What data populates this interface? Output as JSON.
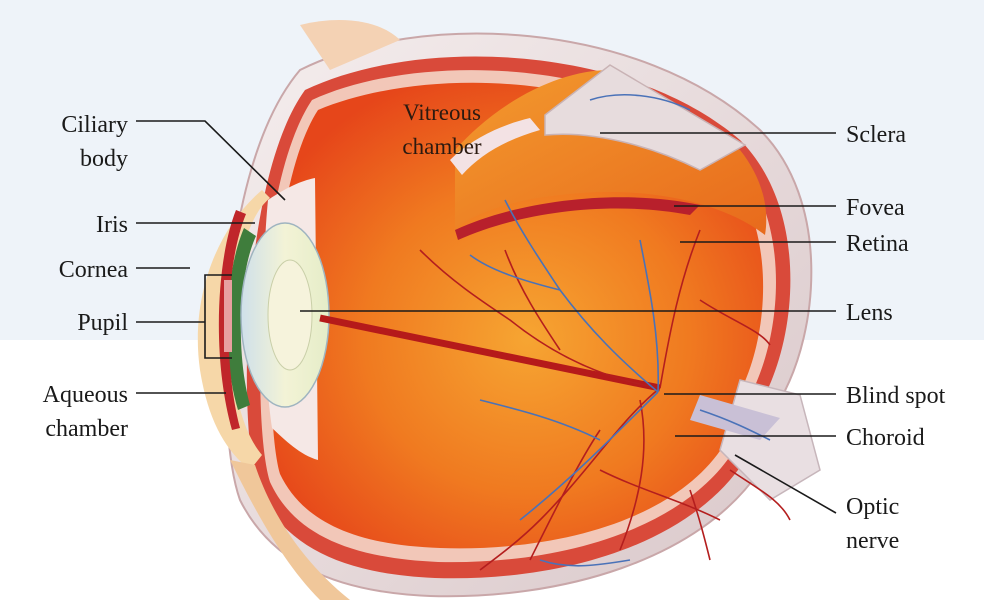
{
  "diagram": {
    "labels": {
      "ciliary_body": [
        "Ciliary",
        "body"
      ],
      "iris": "Iris",
      "cornea": "Cornea",
      "pupil": "Pupil",
      "aqueous_chamber": [
        "Aqueous",
        "chamber"
      ],
      "vitreous_chamber": [
        "Vitreous",
        "chamber"
      ],
      "sclera": "Sclera",
      "fovea": "Fovea",
      "retina": "Retina",
      "lens": "Lens",
      "blind_spot": "Blind spot",
      "choroid": "Choroid",
      "optic_nerve": [
        "Optic",
        "nerve"
      ]
    },
    "colors": {
      "interior": "#f0641e",
      "interior_light": "#f7a23a",
      "sclera": "#e9dcdc",
      "retina_band": "#b8202c",
      "vessels_red": "#b41e1e",
      "vessels_blue": "#4a72b8",
      "lens": "#e8efcf",
      "iris_green": "#3f7d3c",
      "cornea": "#f6d7a8",
      "watermark_band": "#eef3f9"
    }
  }
}
